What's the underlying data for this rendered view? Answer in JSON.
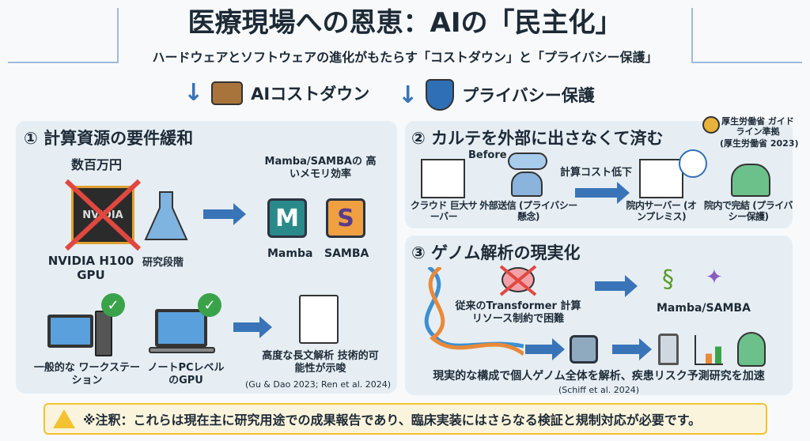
{
  "header": {
    "title": "医療現場への恩恵：AIの「民主化」",
    "subtitle": "ハードウェアとソフトウェアの進化がもたらす「コストダウン」と「プライバシー保護」",
    "benefits": [
      {
        "label": "AIコストダウン",
        "icon": "wallet-icon"
      },
      {
        "label": "プライバシー保護",
        "icon": "shield-lock-icon"
      }
    ]
  },
  "panel1": {
    "title": "① 計算資源の要件緩和",
    "price": "数百万円",
    "gpu_label": "NVIDIA H100 GPU",
    "gpu_chip_text": "NVIDIA",
    "research_label": "研究段階",
    "efficiency_label": "Mamba/SAMBAの 高いメモリ効率",
    "mamba_chip": "M",
    "samba_chip": "S",
    "mamba_label": "Mamba",
    "samba_label": "SAMBA",
    "workstation_label": "一般的な ワークステーション",
    "laptop_label": "ノートPCレベル のGPU",
    "doc_label": "高度な長文解析 技術的可能性が示唆",
    "citation": "(Gu & Dao 2023; Ren et al. 2024)"
  },
  "panel2": {
    "title": "② カルテを外部に出さなくて済む",
    "before": "Before",
    "cloud_label": "クラウド 巨大サーバー",
    "external_label": "外部送信 (プライバシー懸念)",
    "cost_label": "計算コスト低下",
    "onprem_label": "院内サーバー (オンプレミス)",
    "complete_label": "院内で完結 (プライバシー保護)",
    "guideline": "厚生労働省 ガイドライン準拠",
    "guideline_cite": "(厚生労働省 2023)"
  },
  "panel3": {
    "title": "③ ゲノム解析の現実化",
    "transformer_label": "従来のTransformer 計算リソース制約で困難",
    "models_label": "Mamba/SAMBA",
    "summary": "現実的な構成で個人ゲノム全体を解析、疾患リスク予測研究を加速",
    "citation": "(Schiff et al. 2024)"
  },
  "footer": {
    "note": "※注釈：これらは現在主に研究用途での成果報告であり、臨床実装にはさらなる検証と規制対応が必要です。"
  },
  "colors": {
    "arrow": "#3a74b8",
    "panel": "#e6eef4",
    "cross": "#e0483f",
    "check": "#3aa34a",
    "warning": "#f2c230"
  }
}
